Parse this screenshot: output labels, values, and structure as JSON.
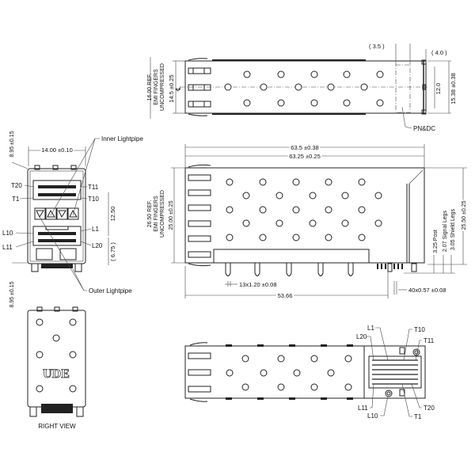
{
  "top_view": {
    "dims": {
      "left_ref_1": "16.00 REF.",
      "left_ref_2": "EMI FINGERS",
      "left_ref_3": "UNCOMPRESSED",
      "height": "14.5 ±0.25",
      "centerline": "℄",
      "dim_3_5": "( 3.5 )",
      "dim_4_0": "( 4.0 )",
      "dim_12_0": "12.0",
      "dim_15_38": "15.38 ±0.38"
    },
    "callout": "PN&DC"
  },
  "front_view": {
    "width": "14.00 ±0.10",
    "top_offset": "8.95 ±0.15",
    "bottom_offset": "8.95 ±0.15",
    "pitch": "12.50",
    "lower": "( 6.75 )",
    "callouts": {
      "inner_lightpipe": "Inner Lightpipe",
      "outer_lightpipe": "Outer Lightpipe"
    },
    "pins": {
      "t20": "T20",
      "t11": "T11",
      "t1": "T1",
      "t10": "T10",
      "l10": "L10",
      "l1": "L1",
      "l11": "L11",
      "l20": "L20"
    }
  },
  "side_view": {
    "overall_1": "63.5 ±0.38",
    "overall_2": "63.25 ±0.25",
    "ref_1": "26.50 REF.",
    "ref_2": "EMI FINGERS",
    "ref_3": "UNCOMPRESSED",
    "height": "25.00 ±0.25",
    "height_right": "25.50 ±0.25",
    "post": "3.25 Post",
    "signal_legs": "2.07 Signal Legs",
    "shield_legs": "3.05 Shield Legs",
    "pitch_1": "13x1.20 ±0.08",
    "pitch_2": "40x0.57 ±0.08",
    "length": "53.66"
  },
  "bottom_view": {
    "pins": {
      "l1": "L1",
      "t10": "T10",
      "l20": "L20",
      "t11": "T11",
      "l11": "L11",
      "t20": "T20",
      "l10": "L10",
      "t1": "T1"
    }
  },
  "right_view": {
    "logo": "UDE",
    "label": "RIGHT VIEW"
  }
}
